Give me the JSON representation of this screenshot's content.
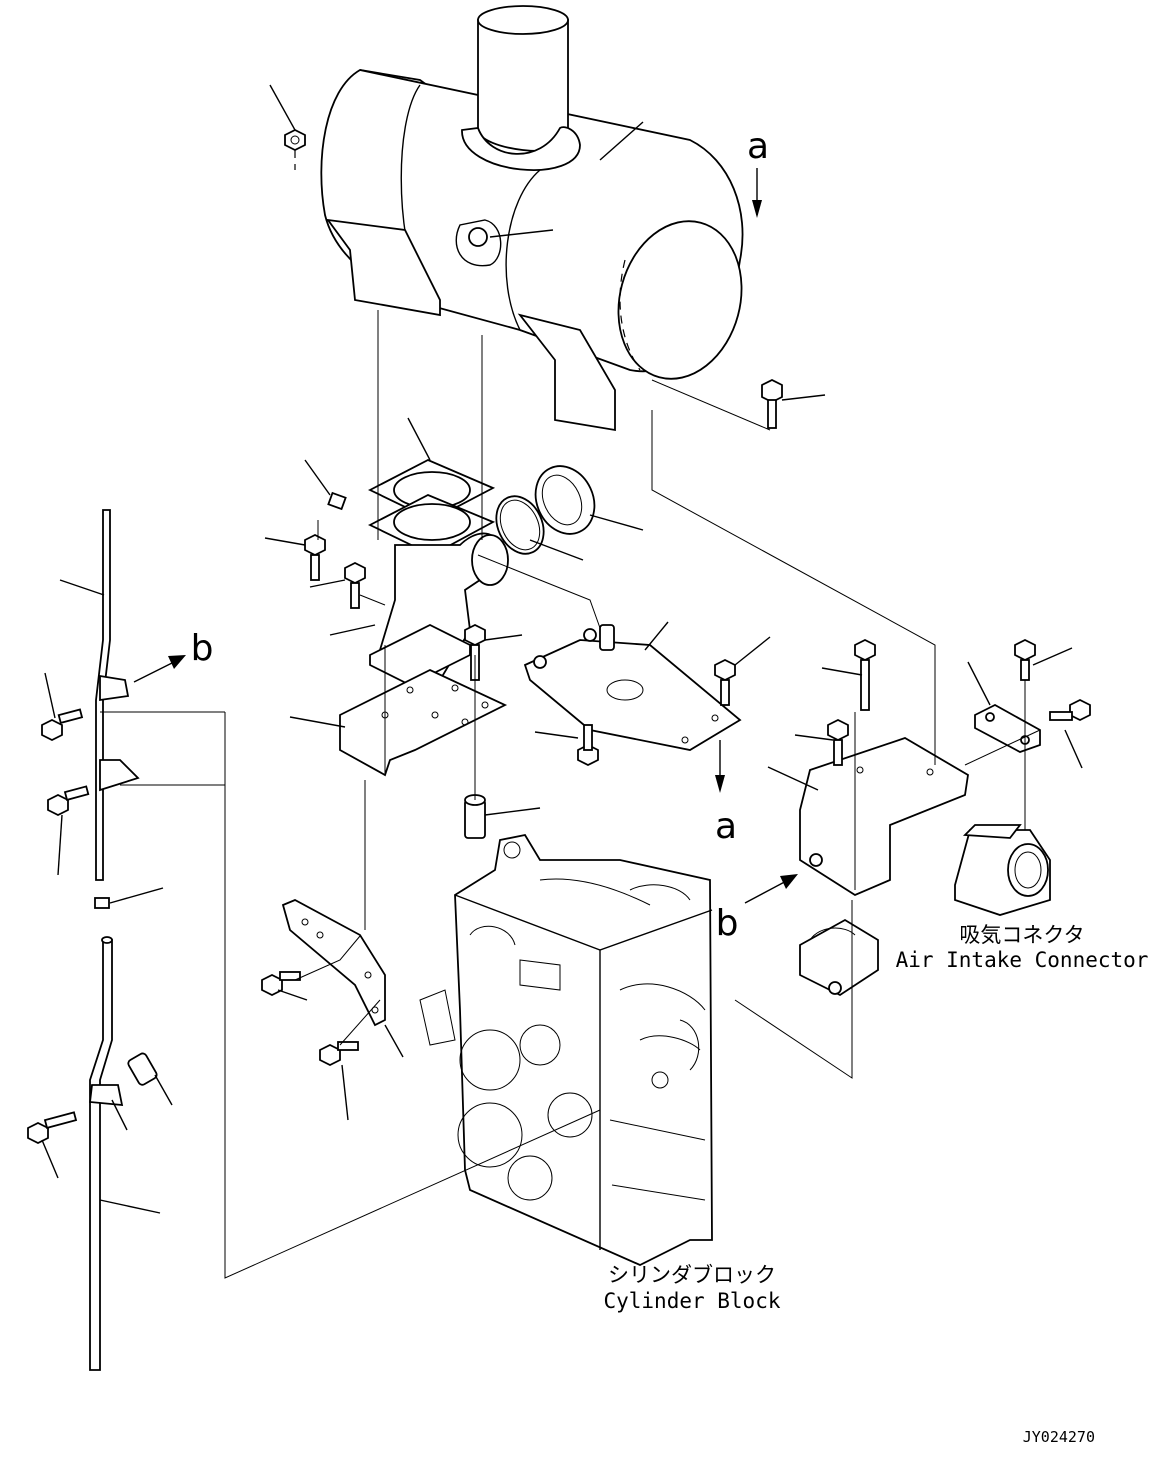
{
  "labels": {
    "ref_a_top": "a",
    "ref_a_bottom": "a",
    "ref_b_left": "b",
    "ref_b_right": "b",
    "air_intake_jp": "吸気コネクタ",
    "air_intake_en": "Air Intake Connector",
    "cylinder_block_jp": "シリンダブロック",
    "cylinder_block_en": "Cylinder Block",
    "drawing_number": "JY024270"
  }
}
